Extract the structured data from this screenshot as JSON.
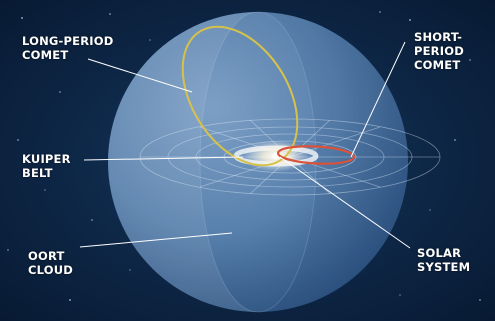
{
  "labels": {
    "long_period_comet": "LONG-PERIOD\nCOMET",
    "short_period_comet": "SHORT-\nPERIOD\nCOMET",
    "kuiper_belt": "KUIPER\nBELT",
    "oort_cloud": "OORT\nCLOUD",
    "solar_system": "SOLAR\nSYSTEM"
  },
  "colors": {
    "background": "#0b2240",
    "sphere": "#5f88b5",
    "long_period_orbit": "#d6c24a",
    "short_period_orbit": "#d9533a",
    "label_text": "#ffffff"
  }
}
